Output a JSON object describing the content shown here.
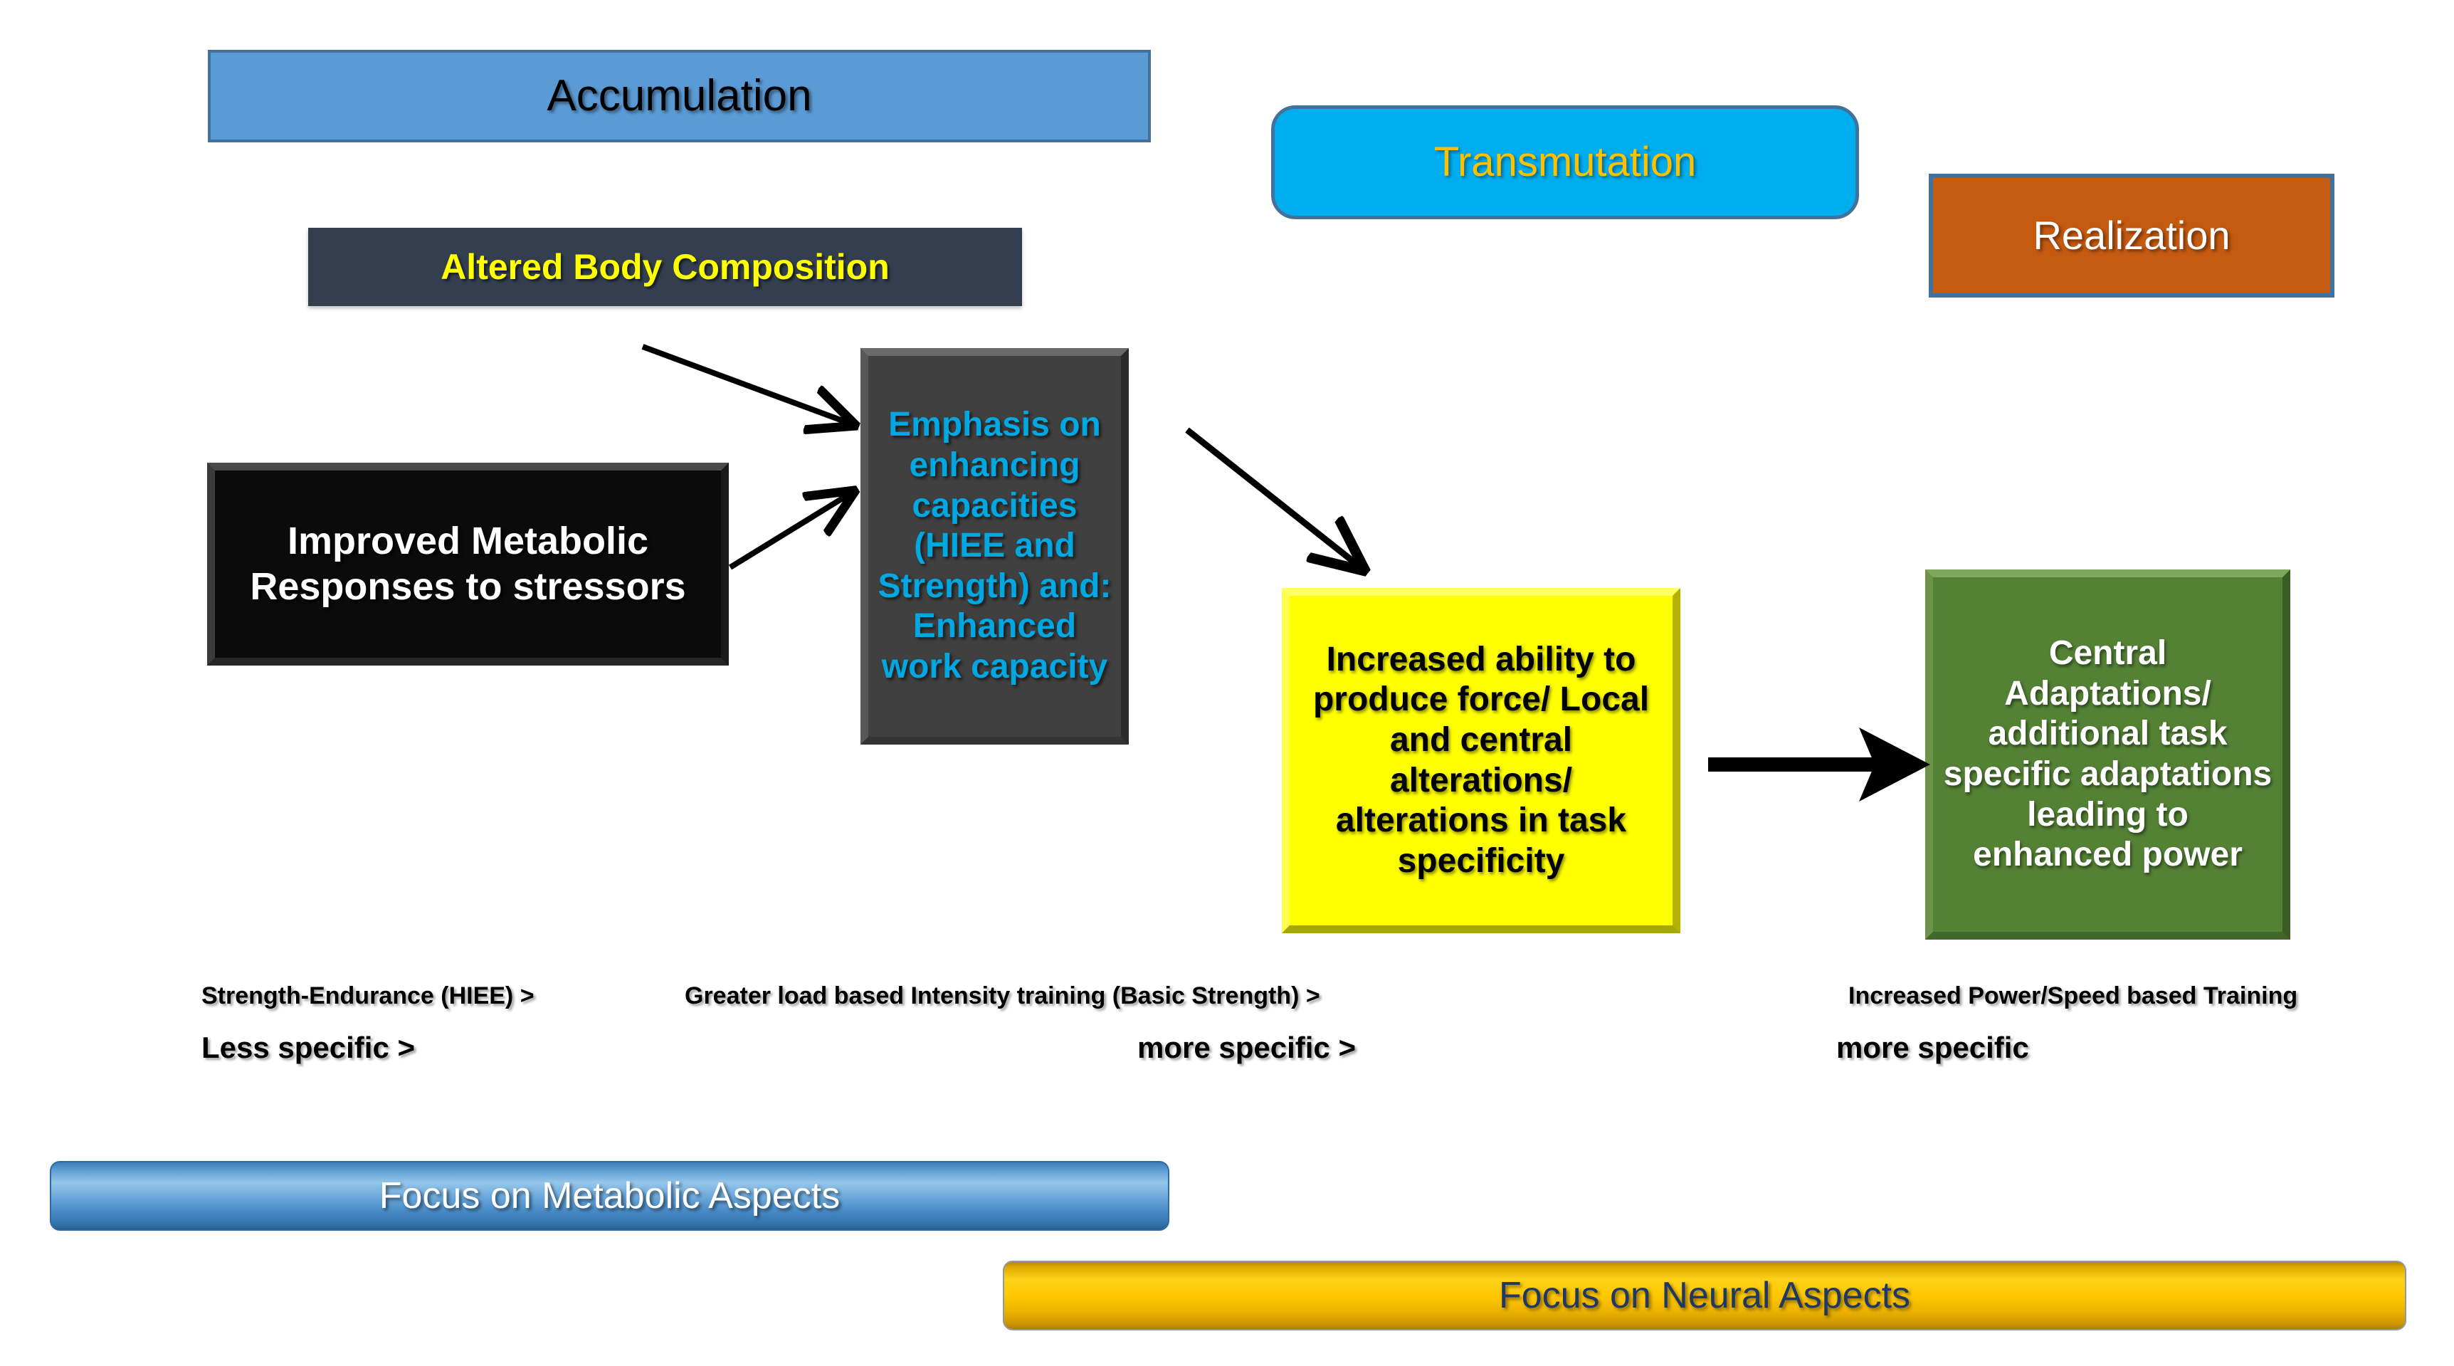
{
  "diagram": {
    "title_implied": "Training Phase Continuum",
    "phases": [
      {
        "id": "accumulation",
        "label": "Accumulation",
        "fill": "#5B9BD5",
        "text_color": "#000000",
        "border": "#41719C"
      },
      {
        "id": "transmutation",
        "label": "Transmutation",
        "fill": "#00AEEF",
        "text_color": "#FFC000",
        "border": "#41719C"
      },
      {
        "id": "realization",
        "label": "Realization",
        "fill": "#C55A11",
        "text_color": "#FFFFFF",
        "border": "#41719C"
      }
    ],
    "nodes": [
      {
        "id": "altered-body-composition",
        "label": "Altered Body Composition",
        "fill": "#333F4F",
        "text_color": "#FFFF00"
      },
      {
        "id": "improved-metabolic-responses",
        "label": "Improved Metabolic Responses to stressors",
        "fill": "#000000",
        "text_color": "#FFFFFF"
      },
      {
        "id": "emphasis-on-enhancing-capacities",
        "label": "Emphasis on enhancing capacities (HIEE and Strength) and: Enhanced work capacity",
        "fill": "#404040",
        "text_color": "#00A7E1"
      },
      {
        "id": "increased-ability-to-produce-force",
        "label": "Increased ability to produce force/ Local and central alterations/ alterations in task specificity",
        "fill": "#FFFF00",
        "text_color": "#000000"
      },
      {
        "id": "central-adaptations",
        "label": "Central Adaptations/ additional task specific adaptations leading to enhanced power",
        "fill": "#548235",
        "text_color": "#FFFFFF"
      }
    ],
    "connections": [
      {
        "id": "arrow-altered-to-emphasis",
        "from": "altered-body-composition",
        "to": "emphasis-on-enhancing-capacities",
        "style": "thin"
      },
      {
        "id": "arrow-metabolic-to-emphasis",
        "from": "improved-metabolic-responses",
        "to": "emphasis-on-enhancing-capacities",
        "style": "thin"
      },
      {
        "id": "arrow-emphasis-to-increased",
        "from": "emphasis-on-enhancing-capacities",
        "to": "increased-ability-to-produce-force",
        "style": "thin"
      },
      {
        "id": "arrow-increased-to-central",
        "from": "increased-ability-to-produce-force",
        "to": "central-adaptations",
        "style": "thick"
      }
    ],
    "continuum": {
      "row1": [
        {
          "id": "strength-endurance",
          "text": "Strength-Endurance (HIEE) >"
        },
        {
          "id": "greater-load",
          "text": "Greater load based Intensity training (Basic Strength) >"
        },
        {
          "id": "increased-power",
          "text": "Increased  Power/Speed  based Training"
        }
      ],
      "row2": [
        {
          "id": "less-specific",
          "text": "Less specific  >"
        },
        {
          "id": "more-specific-mid",
          "text": "more specific  >"
        },
        {
          "id": "more-specific-right",
          "text": "more specific"
        }
      ]
    },
    "focus_banners": [
      {
        "id": "focus-metabolic",
        "label": "Focus on Metabolic Aspects",
        "fill": "#5B9BD5",
        "text_color": "#FFFFFF"
      },
      {
        "id": "focus-neural",
        "label": "Focus on Neural Aspects",
        "fill": "#FFC000",
        "text_color": "#1F3864"
      }
    ]
  }
}
